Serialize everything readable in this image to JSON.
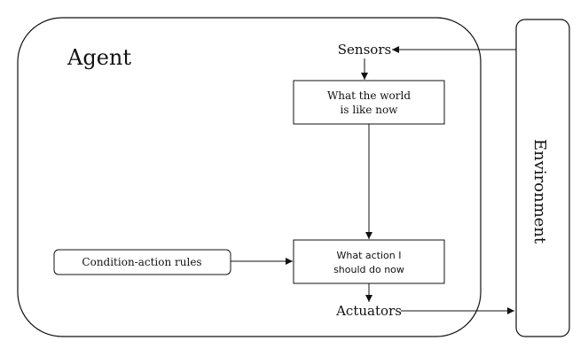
{
  "agent": {
    "title": "Agent"
  },
  "environment": {
    "label": "Environment"
  },
  "sensors": {
    "label": "Sensors"
  },
  "actuators": {
    "label": "Actuators"
  },
  "world_box": {
    "line1": "What the world",
    "line2": "is like now"
  },
  "action_box": {
    "line1": "What action I",
    "line2": "should do now"
  },
  "rules_box": {
    "label": "Condition-action rules"
  }
}
